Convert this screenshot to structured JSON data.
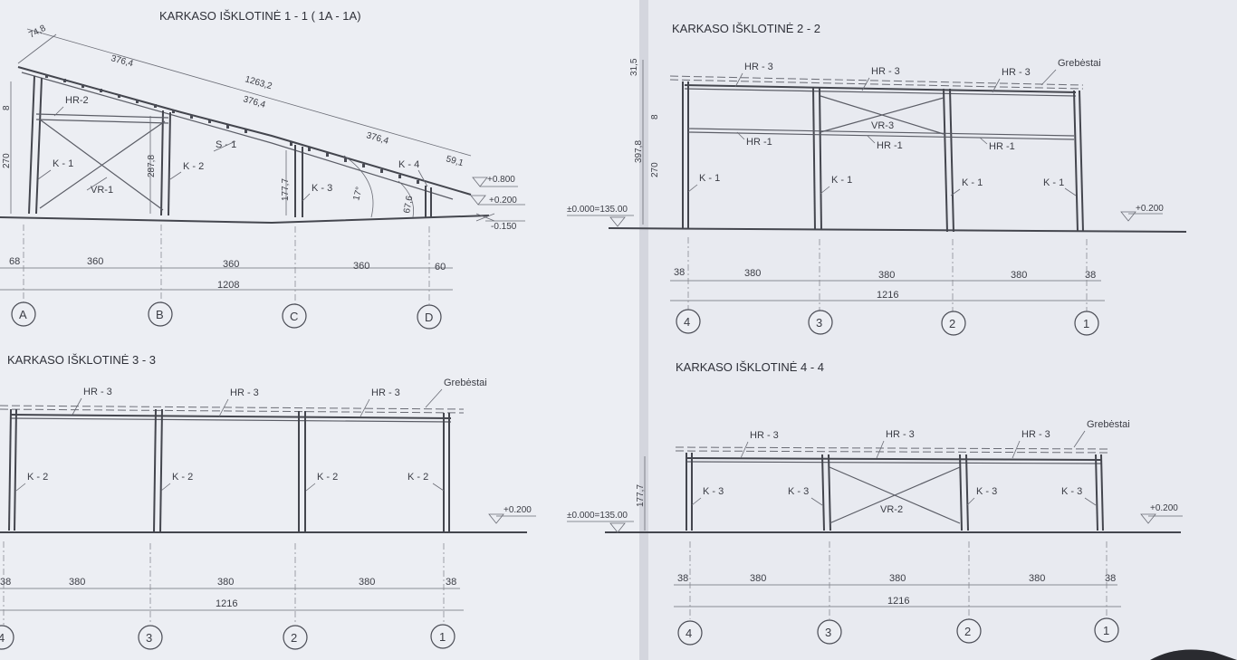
{
  "page": {
    "background": "#e4e5ec",
    "paper": "#eef0f5",
    "ink": "#3b3d45",
    "fold_shadow": "#d4d6de"
  },
  "section_1": {
    "title": "KARKASO IŠKLOTINĖ  1 - 1 ( 1A - 1A)",
    "roof_dims": [
      "74,8",
      "376,4",
      "1263,2",
      "376,4",
      "376,4",
      "59,1"
    ],
    "levels": [
      "+0.800",
      "+0.200",
      "-0.150"
    ],
    "vertical_dims": [
      "8",
      "270",
      "287,8",
      "177,7"
    ],
    "labels": {
      "hr2": "HR-2",
      "k1": "K - 1",
      "vr1": "VR-1",
      "k2": "K - 2",
      "s1": "S - 1",
      "k3": "K - 3",
      "k4": "K - 4",
      "angle": "17°",
      "d676": "67,6"
    },
    "spans": [
      "68",
      "360",
      "360",
      "360",
      "60"
    ],
    "total": "1208",
    "axes": [
      "A",
      "B",
      "C",
      "D"
    ]
  },
  "section_2": {
    "title": "KARKASO IŠKLOTINĖ  2 - 2",
    "top_labels": [
      "HR - 3",
      "HR - 3",
      "HR - 3"
    ],
    "grebestai": "Grebėstai",
    "vr3": "VR-3",
    "hr1": [
      "HR -1",
      "HR -1",
      "HR -1"
    ],
    "cols": [
      "K - 1",
      "K - 1",
      "K - 1",
      "K - 1"
    ],
    "vertical_dims": [
      "31,5",
      "8",
      "397,8",
      "270"
    ],
    "zero_level": "±0.000=135.00",
    "level": "+0.200",
    "spans": [
      "38",
      "380",
      "380",
      "380",
      "38"
    ],
    "total": "1216",
    "axes": [
      "4",
      "3",
      "2",
      "1"
    ]
  },
  "section_3": {
    "title": "KARKASO IŠKLOTINĖ  3 - 3",
    "top_labels": [
      "HR - 3",
      "HR - 3",
      "HR - 3"
    ],
    "grebestai": "Grebėstai",
    "cols": [
      "K - 2",
      "K - 2",
      "K - 2",
      "K - 2"
    ],
    "level": "+0.200",
    "spans": [
      "38",
      "380",
      "380",
      "380",
      "38"
    ],
    "total": "1216",
    "axes": [
      "4",
      "3",
      "2",
      "1"
    ]
  },
  "section_4": {
    "title": "KARKASO IŠKLOTINĖ  4 - 4",
    "top_labels": [
      "HR - 3",
      "HR - 3",
      "HR - 3"
    ],
    "grebestai": "Grebėstai",
    "vr2": "VR-2",
    "cols": [
      "K - 3",
      "K - 3",
      "K - 3",
      "K - 3"
    ],
    "vertical_dim": "177,7",
    "zero_level": "±0.000=135.00",
    "level": "+0.200",
    "spans": [
      "38",
      "380",
      "380",
      "380",
      "38"
    ],
    "total": "1216",
    "axes": [
      "4",
      "3",
      "2",
      "1"
    ]
  }
}
